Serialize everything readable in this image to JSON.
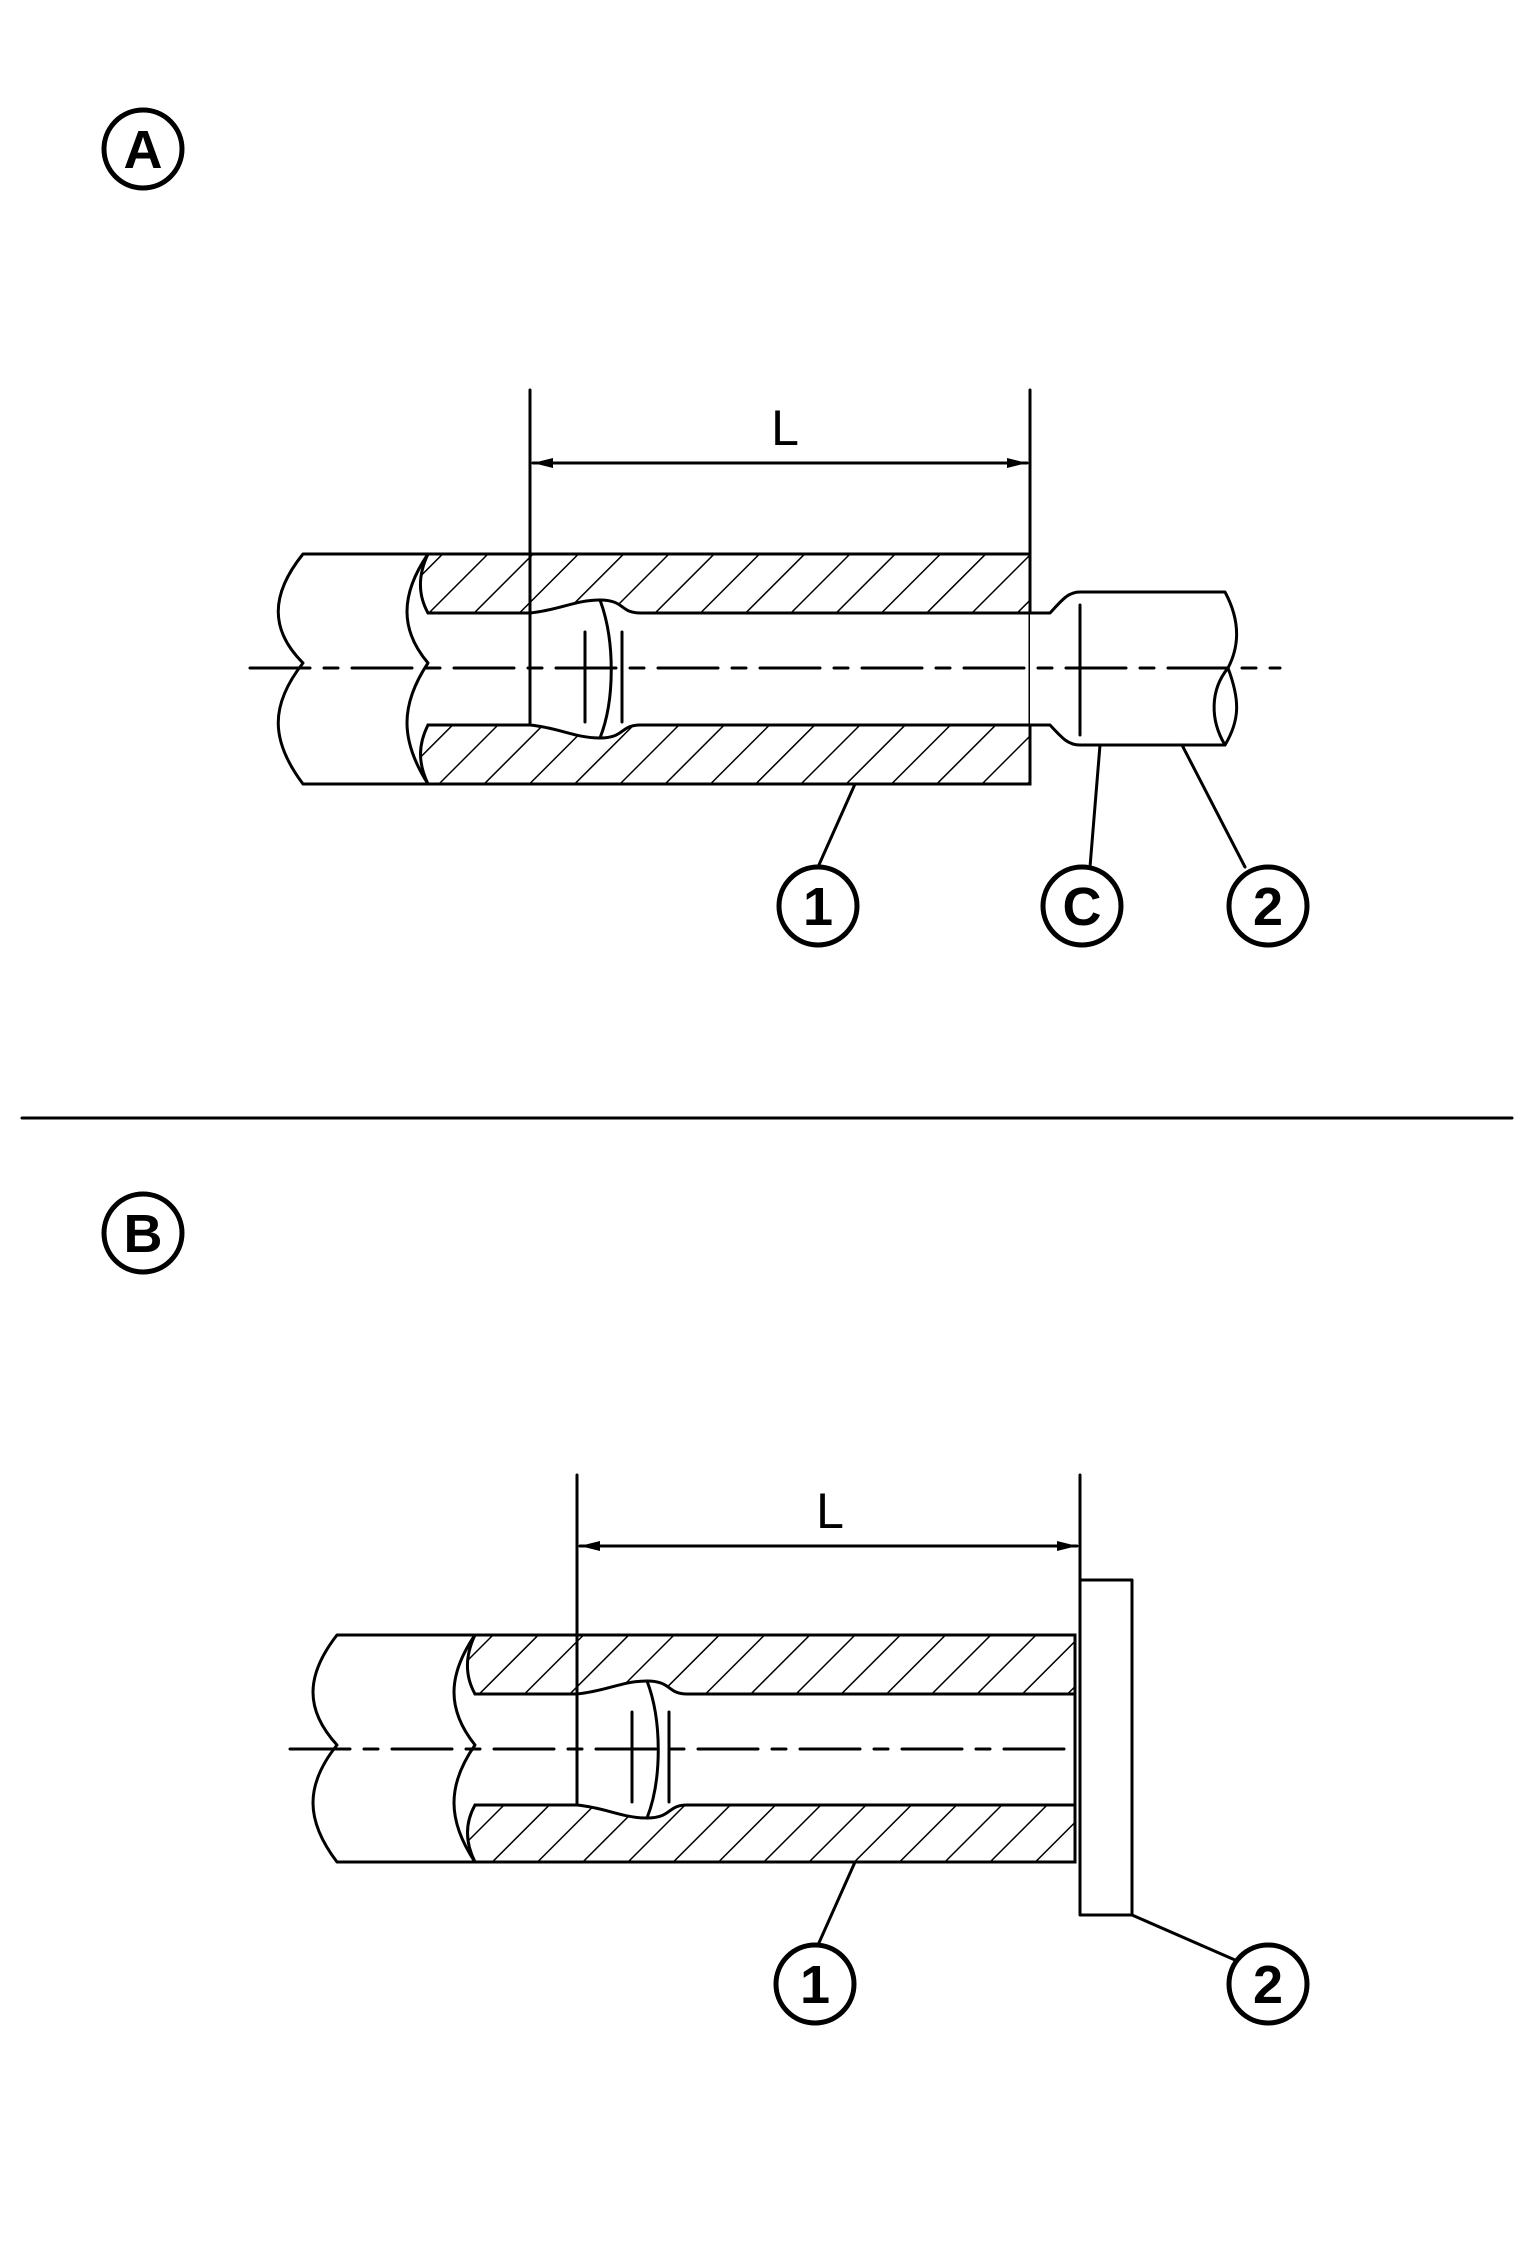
{
  "diagram": {
    "panel_a": {
      "label": "A",
      "dimension_label": "L",
      "callouts": [
        "1",
        "C",
        "2"
      ]
    },
    "panel_b": {
      "label": "B",
      "dimension_label": "L",
      "callouts": [
        "1",
        "2"
      ]
    }
  },
  "colors": {
    "line": "#000000",
    "background": "#ffffff"
  }
}
